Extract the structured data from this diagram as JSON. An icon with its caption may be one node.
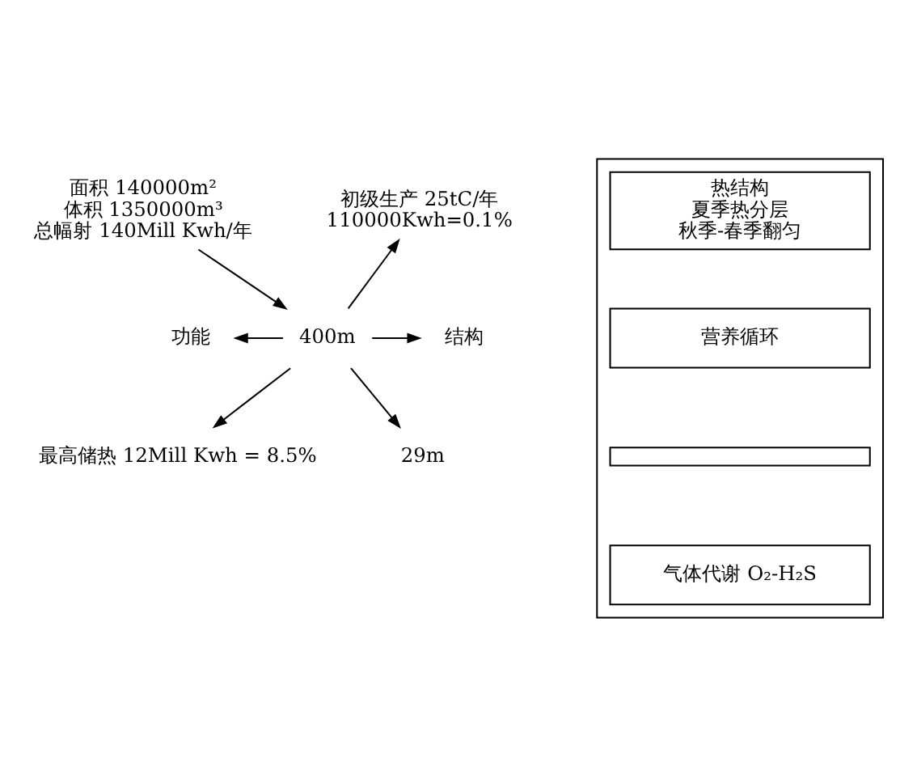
{
  "diagram": {
    "nodes": [
      {
        "text": [
          "面积 140000m²",
          "体积 1350000m³",
          "总幅射 140Mill Kwh/年"
        ]
      },
      {
        "text": [
          "400m"
        ]
      },
      {
        "text": [
          "功能"
        ]
      },
      {
        "text": [
          "结构"
        ]
      },
      {
        "text": [
          "初级生产 25tC/年",
          "110000Kwh=0.1%"
        ]
      },
      {
        "text": [
          "最高储热 12Mill Kwh = 8.5%"
        ]
      },
      {
        "text": [],
        "shape": "box"
      },
      {
        "text": [
          "热结构",
          "夏季热分层",
          "秋季-春季翻匀"
        ],
        "in": 6
      },
      {
        "text": [
          "营养循环"
        ],
        "in": 6
      },
      {
        "text": [],
        "shape": "box",
        "in": 6
      },
      {
        "text": [
          "气体代谢 O₂-H₂S"
        ],
        "in": 6
      },
      {
        "text": [
          "29m"
        ]
      }
    ],
    "edges": [
      {
        "from": 0,
        "to": 1,
        "arrow": "to"
      },
      {
        "from": 1,
        "to": 2,
        "arrow": "to"
      },
      {
        "from": 1,
        "to": 3,
        "arrow": "to"
      },
      {
        "from": 1,
        "to": 4,
        "arrow": "to"
      },
      {
        "from": 1,
        "to": 5,
        "arrow": "to"
      },
      {
        "from": 1,
        "to": 11,
        "arrow": "to"
      }
    ]
  }
}
